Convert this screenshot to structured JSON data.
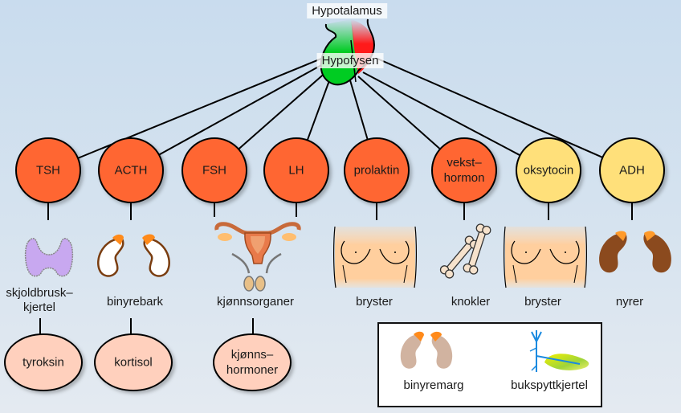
{
  "top": {
    "hypothalamus_label": "Hypotalamus",
    "pituitary_label": "Hypofysen"
  },
  "hormones": [
    {
      "label": "TSH",
      "color": "#ff6633"
    },
    {
      "label": "ACTH",
      "color": "#ff6633"
    },
    {
      "label": "FSH",
      "color": "#ff6633"
    },
    {
      "label": "LH",
      "color": "#ff6633"
    },
    {
      "label": "prolaktin",
      "color": "#ff6633"
    },
    {
      "label": "vekst–\nhormon",
      "label_line1": "vekst–",
      "label_line2": "hormon",
      "color": "#ff6633"
    },
    {
      "label": "oksytocin",
      "color": "#ffe07a"
    },
    {
      "label": "ADH",
      "color": "#ffe07a"
    }
  ],
  "targets": [
    {
      "label_line1": "skjoldbrusk–",
      "label_line2": "kjertel",
      "icon": "thyroid-icon"
    },
    {
      "label_line1": "binyrebark",
      "icon": "adrenal-kidney-icon"
    },
    {
      "label_line1": "kjønnsorganer",
      "icon": "reproductive-organs-icon"
    },
    {
      "label_line1": "bryster",
      "icon": "breasts-icon"
    },
    {
      "label_line1": "knokler",
      "icon": "bones-icon"
    },
    {
      "label_line1": "bryster",
      "icon": "breasts-icon"
    },
    {
      "label_line1": "nyrer",
      "icon": "kidneys-icon"
    }
  ],
  "products": [
    {
      "label_line1": "tyroksin"
    },
    {
      "label_line1": "kortisol"
    },
    {
      "label_line1": "kjønns–",
      "label_line2": "hormoner"
    }
  ],
  "legend": {
    "items": [
      {
        "label": "binyremarg",
        "icon": "adrenal-medulla-icon"
      },
      {
        "label": "bukspyttkjertel",
        "icon": "pancreas-icon"
      }
    ]
  },
  "colors": {
    "anterior_hormone": "#ff6633",
    "posterior_hormone": "#ffe07a",
    "product": "#ffd0bd",
    "pituitary_anterior": "#00cc22",
    "pituitary_posterior": "#ff1a1a"
  }
}
